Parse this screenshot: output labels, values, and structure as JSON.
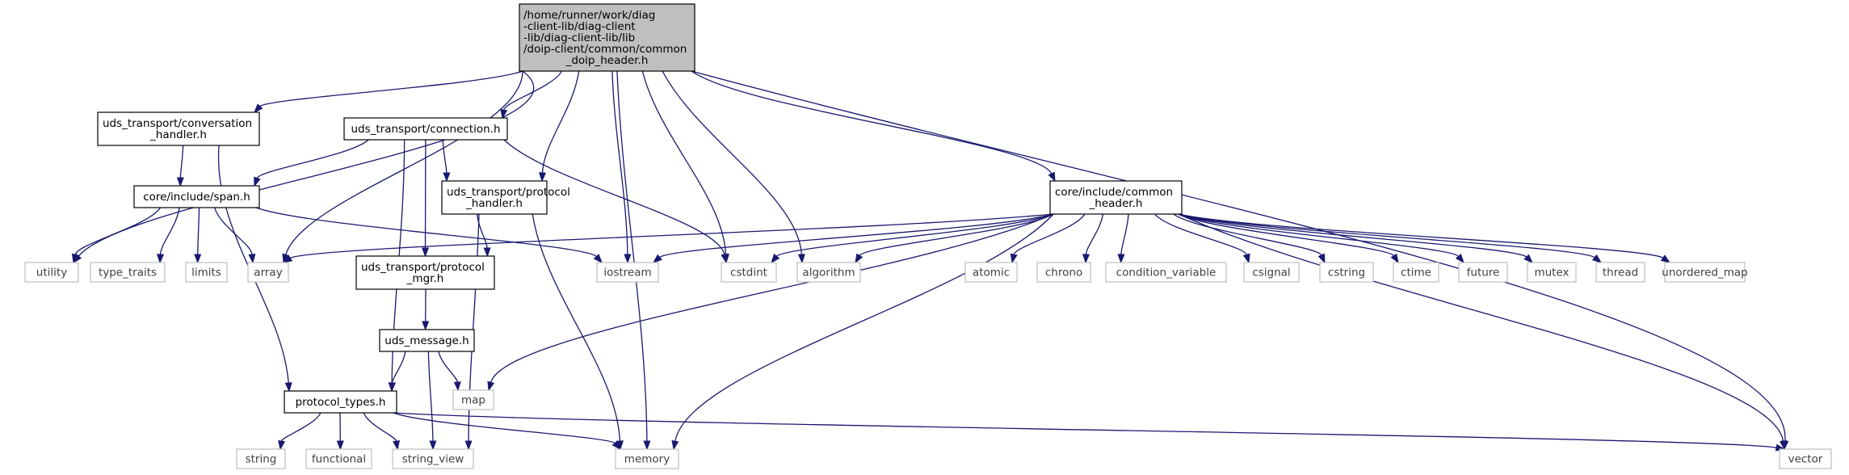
{
  "nodes": {
    "root": {
      "lines": [
        "/home/runner/work/diag",
        "-client-lib/diag-client",
        "-lib/diag-client-lib/lib",
        "/doip-client/common/common",
        "_doip_header.h"
      ],
      "kind": "root"
    },
    "conv": {
      "lines": [
        "uds_transport/conversation",
        "_handler.h"
      ],
      "kind": "file"
    },
    "conn": {
      "lines": [
        "uds_transport/connection.h"
      ],
      "kind": "file"
    },
    "proto_handler": {
      "lines": [
        "uds_transport/protocol",
        "_handler.h"
      ],
      "kind": "file"
    },
    "common": {
      "lines": [
        "core/include/common",
        "_header.h"
      ],
      "kind": "file"
    },
    "span": {
      "lines": [
        "core/include/span.h"
      ],
      "kind": "file"
    },
    "proto_mgr": {
      "lines": [
        "uds_transport/protocol",
        "_mgr.h"
      ],
      "kind": "file"
    },
    "uds_msg": {
      "lines": [
        "uds_message.h"
      ],
      "kind": "file"
    },
    "proto_types": {
      "lines": [
        "protocol_types.h"
      ],
      "kind": "file"
    },
    "utility": {
      "lines": [
        "utility"
      ],
      "kind": "system"
    },
    "type_traits": {
      "lines": [
        "type_traits"
      ],
      "kind": "system"
    },
    "limits": {
      "lines": [
        "limits"
      ],
      "kind": "system"
    },
    "array": {
      "lines": [
        "array"
      ],
      "kind": "system"
    },
    "iostream": {
      "lines": [
        "iostream"
      ],
      "kind": "system"
    },
    "cstdint": {
      "lines": [
        "cstdint"
      ],
      "kind": "system"
    },
    "algorithm": {
      "lines": [
        "algorithm"
      ],
      "kind": "system"
    },
    "atomic": {
      "lines": [
        "atomic"
      ],
      "kind": "system"
    },
    "chrono": {
      "lines": [
        "chrono"
      ],
      "kind": "system"
    },
    "condvar": {
      "lines": [
        "condition_variable"
      ],
      "kind": "system"
    },
    "csignal": {
      "lines": [
        "csignal"
      ],
      "kind": "system"
    },
    "cstring": {
      "lines": [
        "cstring"
      ],
      "kind": "system"
    },
    "ctime": {
      "lines": [
        "ctime"
      ],
      "kind": "system"
    },
    "future": {
      "lines": [
        "future"
      ],
      "kind": "system"
    },
    "mutex": {
      "lines": [
        "mutex"
      ],
      "kind": "system"
    },
    "thread": {
      "lines": [
        "thread"
      ],
      "kind": "system"
    },
    "unordered_map": {
      "lines": [
        "unordered_map"
      ],
      "kind": "system"
    },
    "map": {
      "lines": [
        "map"
      ],
      "kind": "system"
    },
    "string": {
      "lines": [
        "string"
      ],
      "kind": "system"
    },
    "functional": {
      "lines": [
        "functional"
      ],
      "kind": "system"
    },
    "string_view": {
      "lines": [
        "string_view"
      ],
      "kind": "system"
    },
    "memory": {
      "lines": [
        "memory"
      ],
      "kind": "system"
    },
    "vector": {
      "lines": [
        "vector"
      ],
      "kind": "system"
    }
  },
  "edges": [
    [
      "root",
      "conv"
    ],
    [
      "root",
      "conn"
    ],
    [
      "root",
      "proto_handler"
    ],
    [
      "root",
      "common"
    ],
    [
      "root",
      "utility"
    ],
    [
      "root",
      "array"
    ],
    [
      "root",
      "iostream"
    ],
    [
      "root",
      "cstdint"
    ],
    [
      "root",
      "algorithm"
    ],
    [
      "root",
      "memory"
    ],
    [
      "root",
      "vector"
    ],
    [
      "conv",
      "span"
    ],
    [
      "conv",
      "proto_types"
    ],
    [
      "conn",
      "span"
    ],
    [
      "conn",
      "proto_handler"
    ],
    [
      "conn",
      "proto_mgr"
    ],
    [
      "conn",
      "proto_types"
    ],
    [
      "conn",
      "cstdint"
    ],
    [
      "span",
      "utility"
    ],
    [
      "span",
      "type_traits"
    ],
    [
      "span",
      "limits"
    ],
    [
      "span",
      "array"
    ],
    [
      "span",
      "iostream"
    ],
    [
      "proto_handler",
      "proto_mgr"
    ],
    [
      "proto_handler",
      "memory"
    ],
    [
      "proto_handler",
      "string_view"
    ],
    [
      "proto_mgr",
      "uds_msg"
    ],
    [
      "uds_msg",
      "proto_types"
    ],
    [
      "uds_msg",
      "map"
    ],
    [
      "uds_msg",
      "string_view"
    ],
    [
      "proto_types",
      "string"
    ],
    [
      "proto_types",
      "functional"
    ],
    [
      "proto_types",
      "string_view"
    ],
    [
      "proto_types",
      "memory"
    ],
    [
      "proto_types",
      "vector"
    ],
    [
      "common",
      "array"
    ],
    [
      "common",
      "iostream"
    ],
    [
      "common",
      "cstdint"
    ],
    [
      "common",
      "algorithm"
    ],
    [
      "common",
      "atomic"
    ],
    [
      "common",
      "chrono"
    ],
    [
      "common",
      "condvar"
    ],
    [
      "common",
      "csignal"
    ],
    [
      "common",
      "cstring"
    ],
    [
      "common",
      "ctime"
    ],
    [
      "common",
      "future"
    ],
    [
      "common",
      "mutex"
    ],
    [
      "common",
      "thread"
    ],
    [
      "common",
      "unordered_map"
    ],
    [
      "common",
      "map"
    ],
    [
      "common",
      "memory"
    ],
    [
      "common",
      "vector"
    ]
  ],
  "colors": {
    "edge": "#191970",
    "root_fill": "#bfbfbf",
    "file_border": "#000000",
    "system_border": "#bfbfbf",
    "system_text": "#404040"
  }
}
